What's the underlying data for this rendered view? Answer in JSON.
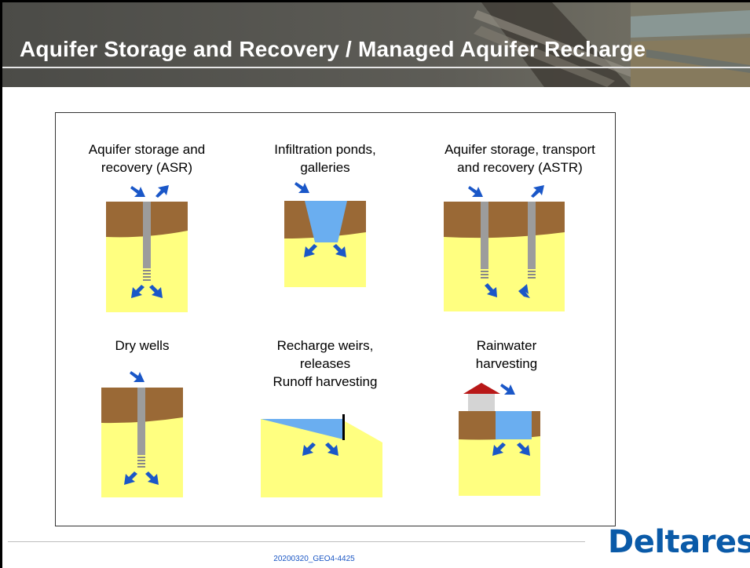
{
  "slide": {
    "title": "Aquifer Storage and Recovery / Managed Aquifer Recharge",
    "footer_code": "20200320_GEO4-4425",
    "logo": "Deltares"
  },
  "panels": [
    {
      "label": "Aquifer storage and\nrecovery (ASR)"
    },
    {
      "label": "Infiltration ponds,\ngalleries"
    },
    {
      "label": "Aquifer storage, transport\nand recovery (ASTR)"
    },
    {
      "label": "Dry wells"
    },
    {
      "label": "Recharge weirs,\nreleases\nRunoff harvesting"
    },
    {
      "label": "Rainwater\nharvesting"
    }
  ],
  "colors": {
    "soil": "#9a6936",
    "aquifer": "#ffff80",
    "water": "#6aaef0",
    "arrow": "#1a57c8",
    "well": "#9c9c9c",
    "roof": "#b81818",
    "house": "#d4d4d4"
  }
}
